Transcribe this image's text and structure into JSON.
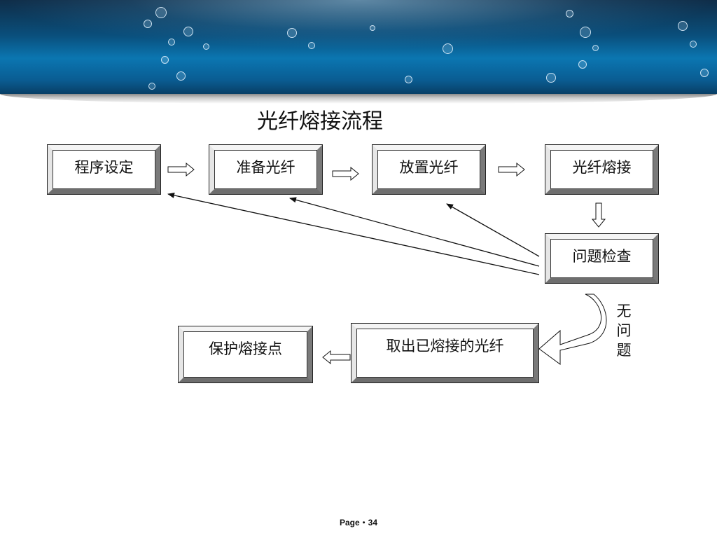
{
  "title": "光纤熔接流程",
  "nodes": {
    "program_setup": "程序设定",
    "prepare_fiber": "准备光纤",
    "place_fiber": "放置光纤",
    "fiber_splice": "光纤熔接",
    "problem_check": "问题检查",
    "remove_fiber": "取出已熔接的光纤",
    "protect_point": "保护熔接点"
  },
  "edge_label": [
    "无",
    "问",
    "题"
  ],
  "footer": {
    "page_label": "Page・34"
  }
}
